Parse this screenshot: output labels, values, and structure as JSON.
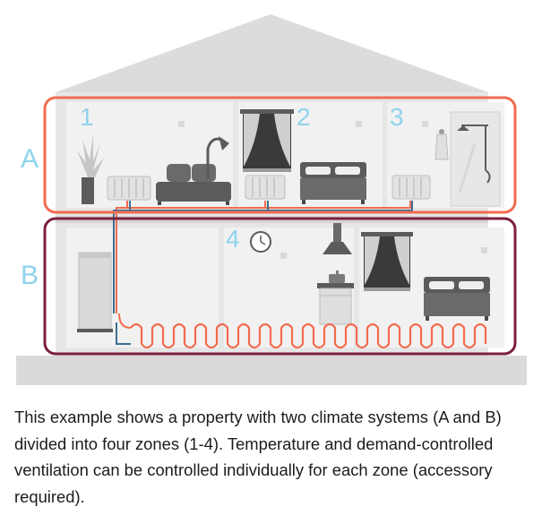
{
  "systems": {
    "a": {
      "label": "A",
      "color": "#f26b4f"
    },
    "b": {
      "label": "B",
      "color": "#7b1f3f"
    }
  },
  "zones": [
    "1",
    "2",
    "3",
    "4"
  ],
  "colors": {
    "label_blue": "#8fd3ec",
    "house": "#e6e6e6",
    "roof": "#dcdcdc",
    "furniture": "#5b5b5b",
    "pipe_hot": "#f26b4f",
    "pipe_cold": "#3c6f8f"
  },
  "icons": [
    "plant-icon",
    "radiator-icon",
    "sofa-icon",
    "floor-lamp-icon",
    "window-with-curtains-icon",
    "bed-icon",
    "towel-icon",
    "shower-icon",
    "heat-pump-icon",
    "clock-icon",
    "cooker-hood-icon",
    "stove-icon",
    "underfloor-heating-icon"
  ],
  "caption": "This example shows a property with two climate systems (A and B) divided into four zones (1-4). Temperature and demand-controlled ventilation can be controlled individually for each zone (accessory required)."
}
